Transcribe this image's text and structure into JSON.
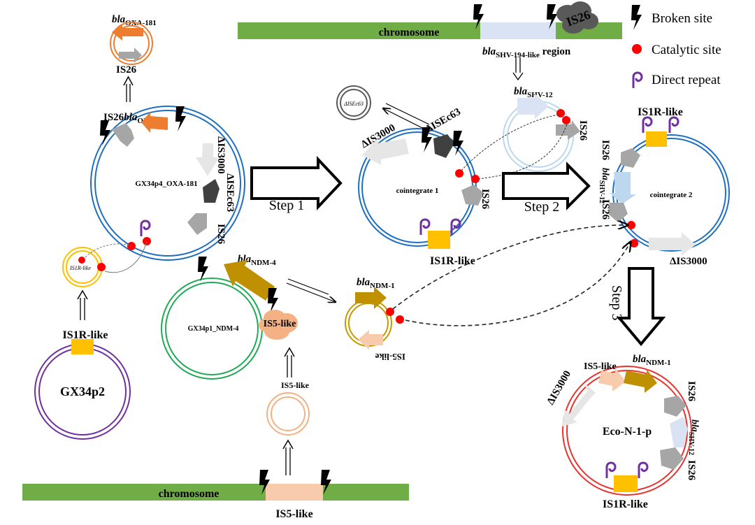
{
  "legend": {
    "broken_site": "Broken site",
    "catalytic_site": "Catalytic site",
    "direct_repeat": "Direct repeat"
  },
  "chromosome_label": "chromosome",
  "region_prefix": "bla",
  "region_sub": "SHV-194-like",
  "region_suffix": " region",
  "is26": "IS26",
  "plasmids": {
    "gx34p4": "GX34p4_OXA-181",
    "gx34p2": "GX34p2",
    "gx34p1": "GX34p1_NDM-4",
    "cointegrate1": "cointegrate 1",
    "cointegrate2": "cointegrate 2",
    "eco": "Eco-N-1-p",
    "isec63_circle": "ΔISEc63"
  },
  "steps": {
    "s1": "Step 1",
    "s2": "Step 2",
    "s3": "Step 3"
  },
  "genes": {
    "bla": "bla",
    "oxa181": "OXA-181",
    "shv12": "SHV-12",
    "ndm4": "NDM-4",
    "ndm1": "NDM-1",
    "is1r_like": "IS1R-like",
    "is5_like": "IS5-like",
    "d_is3000": "ΔIS3000",
    "d_isec63": "ΔISEc63",
    "is5_like_rot": "IS5-like"
  },
  "colors": {
    "blue_ring": "#1f6fc0",
    "purple_ring": "#7030a0",
    "green_ring": "#1faa55",
    "red_ring": "#e8332f",
    "gold_ring": "#c49a00",
    "orange_ring": "#ed7d31",
    "peach_ring": "#f4b183",
    "chromosome": "#70ad47",
    "catalytic": "#ff0000",
    "yellow_box": "#ffc000"
  }
}
